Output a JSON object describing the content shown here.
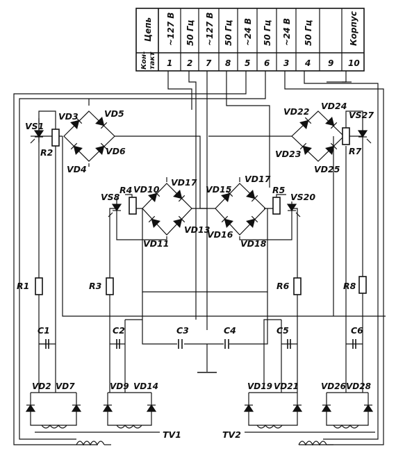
{
  "header": {
    "row1_label": "Цепь",
    "row2_label_line1": "Кон-",
    "row2_label_line2": "такт",
    "circuits": [
      "~127 В",
      "50 Гц",
      "~127 В",
      "50 Гц",
      "~24 В",
      "50 Гц",
      "~24 В",
      "50 Гц",
      "",
      "Корпус"
    ],
    "contacts": [
      "1",
      "2",
      "7",
      "8",
      "5",
      "6",
      "3",
      "4",
      "9",
      "10"
    ]
  },
  "bridges": {
    "b1": [
      "VD3",
      "VD5",
      "VD4",
      "VD6"
    ],
    "b2": [
      "VD10",
      "VD17",
      "VD11",
      "VD13"
    ],
    "b3": [
      "VD15",
      "VD17",
      "VD16",
      "VD18"
    ],
    "b4": [
      "VD22",
      "VD24",
      "VD23",
      "VD25"
    ]
  },
  "thyristors": [
    "VS1",
    "VS8",
    "VS20",
    "VS27"
  ],
  "resistors": [
    "R1",
    "R2",
    "R3",
    "R4",
    "R5",
    "R6",
    "R7",
    "R8"
  ],
  "capacitors": [
    "C1",
    "C2",
    "C3",
    "C4",
    "C5",
    "C6"
  ],
  "diodes_bottom": [
    "VD2",
    "VD7",
    "VD9",
    "VD14",
    "VD19",
    "VD21",
    "VD26",
    "VD28"
  ],
  "transformers": [
    "TV1",
    "TV2"
  ]
}
